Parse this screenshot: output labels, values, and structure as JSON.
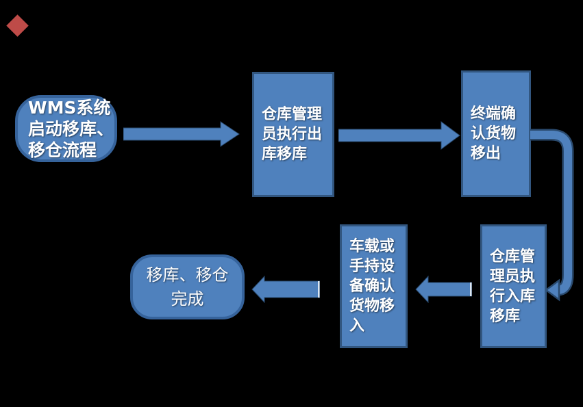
{
  "background": "#000000",
  "colors": {
    "shape_fill": "#4f81bd",
    "rect_border": "#32567f",
    "rounded_border": "#36639b",
    "arrow_fill": "#4f81bd",
    "arrow_edge": "#2a4a6e",
    "arrow_tail_highlight": "#dbe5f1",
    "text": "#ffffff",
    "bullet": "#be4b48"
  },
  "flow": {
    "nodes": [
      {
        "id": "start",
        "shape": "rounded",
        "text": "WMS系统启动移库、移仓流程",
        "lines": [
          "WMS系统",
          "启动移库、",
          "移仓流程"
        ]
      },
      {
        "id": "outbound-move",
        "shape": "rect",
        "text": "仓库管理员执行出库移库",
        "lines": [
          "仓库管理",
          "员执行出",
          "库移库"
        ]
      },
      {
        "id": "terminal-confirm-out",
        "shape": "rect",
        "text": "终端确认货物移出",
        "lines": [
          "终端确",
          "认货物",
          "移出"
        ]
      },
      {
        "id": "inbound-move",
        "shape": "rect",
        "text": "仓库管理员执行入库移库",
        "lines": [
          "仓库管",
          "理员执",
          "行入库",
          "移库"
        ]
      },
      {
        "id": "device-confirm-in",
        "shape": "rect",
        "text": "车载或手持设备确认货物移入",
        "lines": [
          "车载或",
          "手持设",
          "备确认",
          "货物移",
          "入"
        ]
      },
      {
        "id": "complete",
        "shape": "rounded",
        "text": "移库、移仓完成",
        "lines": [
          "移库、移仓",
          "完成"
        ]
      }
    ],
    "connectors": [
      {
        "from": "start",
        "to": "outbound-move",
        "type": "block-arrow-right"
      },
      {
        "from": "outbound-move",
        "to": "terminal-confirm-out",
        "type": "block-arrow-right"
      },
      {
        "from": "terminal-confirm-out",
        "to": "inbound-move",
        "type": "elbow-arrow-down-left"
      },
      {
        "from": "inbound-move",
        "to": "device-confirm-in",
        "type": "block-arrow-left"
      },
      {
        "from": "device-confirm-in",
        "to": "complete",
        "type": "block-arrow-left"
      }
    ]
  }
}
